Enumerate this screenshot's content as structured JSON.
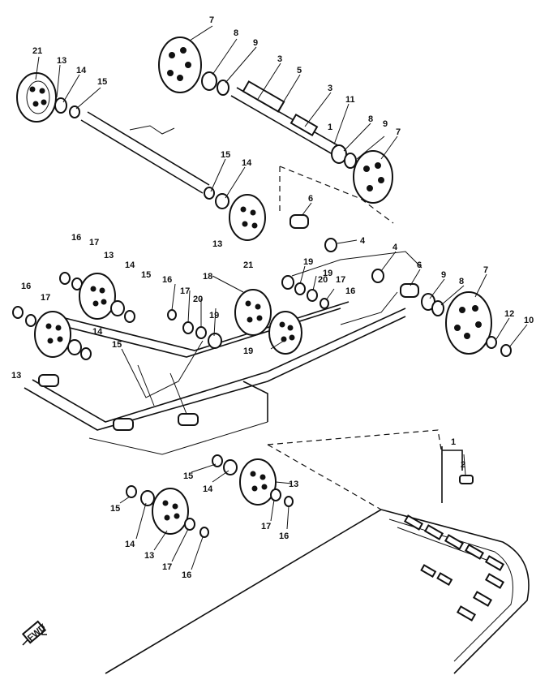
{
  "diagram": {
    "labels": {
      "l21a": "21",
      "l13a": "13",
      "l14a": "14",
      "l15a": "15",
      "l7a": "7",
      "l8a": "8",
      "l9a": "9",
      "l3a": "3",
      "l5a": "5",
      "l3b": "3",
      "l11": "11",
      "l1a": "1",
      "l8b": "8",
      "l9b": "9",
      "l7b": "7",
      "l15b": "15",
      "l14b": "14",
      "l13b": "13",
      "l21b": "21",
      "l6a": "6",
      "l4a": "4",
      "l4b": "4",
      "l6b": "6",
      "l9c": "9",
      "l8c": "8",
      "l7c": "7",
      "l12": "12",
      "l10": "10",
      "l16a": "16",
      "l17a": "17",
      "l13c": "13",
      "l14c": "14",
      "l15c": "15",
      "l16b": "16",
      "l17b": "17",
      "l14d": "14",
      "l15d": "15",
      "l13d": "13",
      "l16c": "16",
      "l17c": "17",
      "l20a": "20",
      "l19a": "19",
      "l18a": "18",
      "l19b": "19",
      "l19c": "19",
      "l20b": "20",
      "l17d": "17",
      "l16d": "16",
      "l19d": "19",
      "l1b": "1",
      "l2": "2",
      "l15e": "15",
      "l14e": "14",
      "l13e": "13",
      "l17e": "17",
      "l16e": "16",
      "l15f": "15",
      "l14f": "14",
      "l13f": "13",
      "l17f": "17",
      "l16f": "16"
    },
    "front_marker": "FWD"
  }
}
